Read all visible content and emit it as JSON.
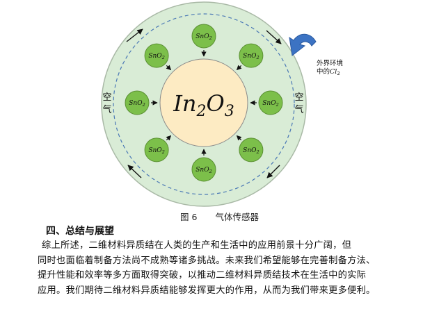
{
  "figure": {
    "core_label": "In",
    "core_sub1": "2",
    "core_mid": "O",
    "core_sub2": "3",
    "particle_label": "SnO",
    "particle_sub": "2",
    "air_left": [
      "空",
      "气"
    ],
    "air_right": [
      "空",
      "气"
    ],
    "env_lines": [
      "外界环境",
      "中的"
    ],
    "env_cl": "Cl",
    "env_cl_sub": "2",
    "colors": {
      "outer_ring": "#d9ecd6",
      "outer_ring_stroke": "#a9b9a6",
      "core": "#fdebc3",
      "particle": "#7cbf4a",
      "particle_stroke": "#5a8f33",
      "dashed": "#4a78b5",
      "env_arrow": "#3c73c3"
    }
  },
  "caption": {
    "number": "图 6",
    "title": "气体传感器"
  },
  "section": {
    "heading": "四、总结与展望",
    "lines": [
      "综上所述，二维材料异质结在人类的生产和生活中的应用前景十分广阔，但",
      "同时也面临着制备方法尚不成熟等诸多挑战。未来我们希望能够在完善制备方法、",
      "提升性能和效率等多方面取得突破，以推动二维材料异质结技术在生活中的实际",
      "应用。我们期待二维材料异质结能够发挥更大的作用，从而为我们带来更多便利。"
    ]
  }
}
